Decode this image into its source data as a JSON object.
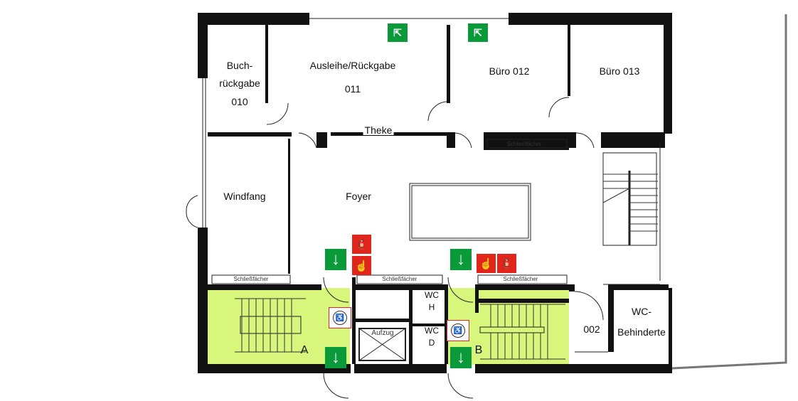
{
  "rooms": {
    "buchrueckgabe": {
      "line1": "Buch-",
      "line2": "rückgabe",
      "number": "010"
    },
    "ausleihe": {
      "name": "Ausleihe/Rückgabe",
      "number": "011"
    },
    "buero012": "Büro 012",
    "buero013": "Büro 013",
    "theke": "Theke",
    "windfang": "Windfang",
    "foyer": "Foyer",
    "room002": "002",
    "wc_behinderte": {
      "line1": "WC-",
      "line2": "Behinderte"
    },
    "aufzug": "Aufzug",
    "wc_h": {
      "line1": "WC",
      "line2": "H"
    },
    "wc_d": {
      "line1": "WC",
      "line2": "D"
    },
    "stair_a": "A",
    "stair_b": "B"
  },
  "lockers": [
    "Schließfächer",
    "Schließfächer",
    "Schließfächer",
    "Schließfächer"
  ],
  "colors": {
    "stair_fill": "#d8f57c",
    "exit_sign": "#0a9a3a",
    "fire_sign": "#e1251b",
    "wall": "#111111"
  }
}
